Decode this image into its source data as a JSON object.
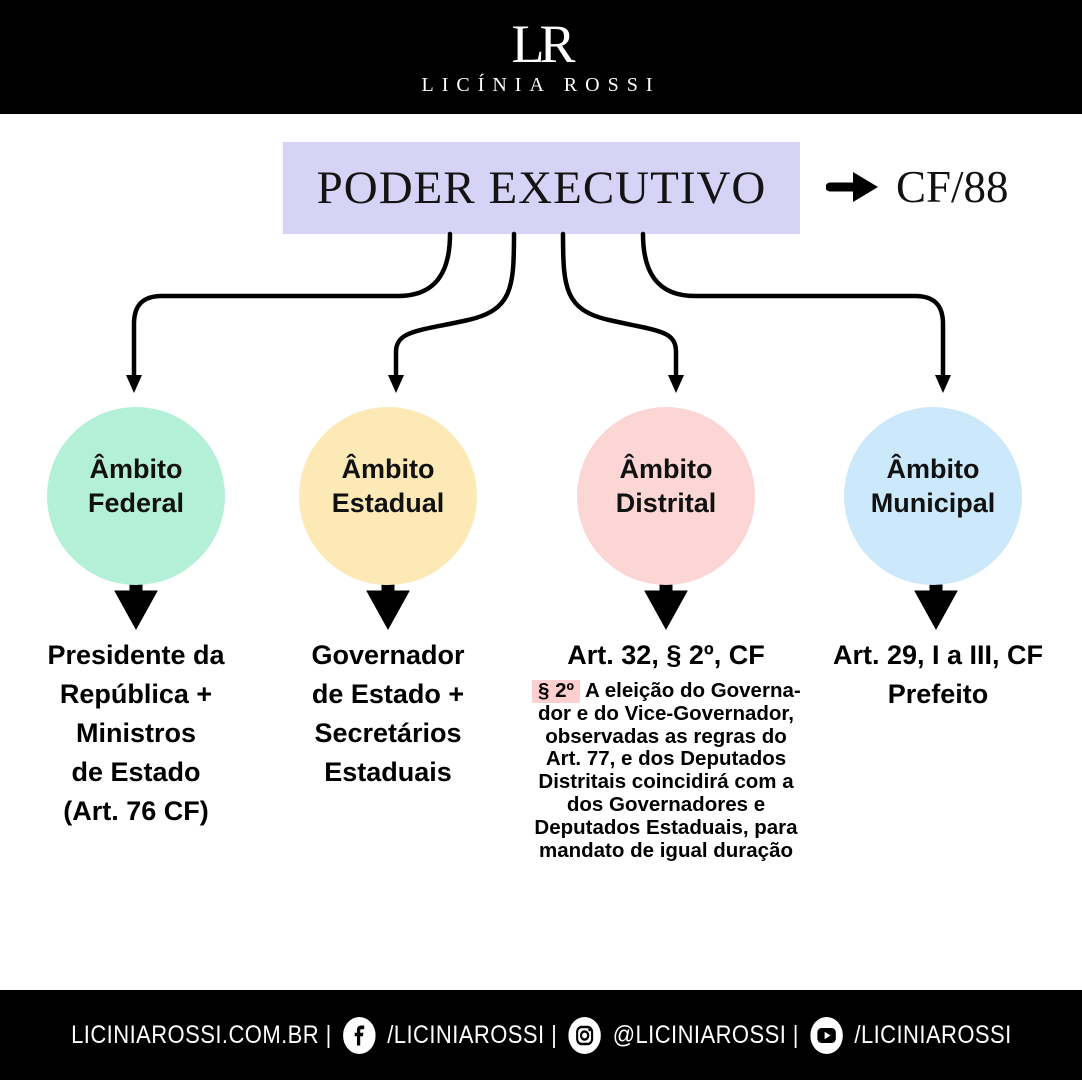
{
  "header": {
    "logo_monogram": "LR",
    "brand": "LICÍNIA ROSSI"
  },
  "title": {
    "label": "PODER EXECUTIVO",
    "reference": "CF/88",
    "box_color": "#d6d3f6"
  },
  "branches": [
    {
      "scope_line1": "Âmbito",
      "scope_line2": "Federal",
      "color": "#b4f0d7",
      "detail_lines": [
        "Presidente da",
        "República +",
        "Ministros",
        "de Estado",
        "(Art. 76 CF)"
      ]
    },
    {
      "scope_line1": "Âmbito",
      "scope_line2": "Estadual",
      "color": "#fce9b5",
      "detail_lines": [
        "Governador",
        "de Estado +",
        "Secretários",
        "Estaduais"
      ]
    },
    {
      "scope_line1": "Âmbito",
      "scope_line2": "Distrital",
      "color": "#fcd6d4",
      "detail_title": "Art. 32, § 2º, CF",
      "note_highlight": "§ 2º",
      "note_highlight_color": "#fdcfcf",
      "note_lines": [
        "A eleição do Governa-",
        "dor e do Vice-Governador,",
        "observadas as regras do",
        "Art. 77, e dos Deputados",
        "Distritais coincidirá com a",
        "dos Governadores e",
        "Deputados Estaduais, para",
        "mandato de igual duração"
      ]
    },
    {
      "scope_line1": "Âmbito",
      "scope_line2": "Municipal",
      "color": "#cbe9fa",
      "detail_lines": [
        "Art. 29, I a III, CF",
        "Prefeito"
      ]
    }
  ],
  "footer": {
    "website": "LICINIAROSSI.COM.BR |",
    "facebook_handle": "/LICINIAROSSI |",
    "instagram_handle": "@LICINIAROSSI |",
    "youtube_handle": "/LICINIAROSSI"
  }
}
